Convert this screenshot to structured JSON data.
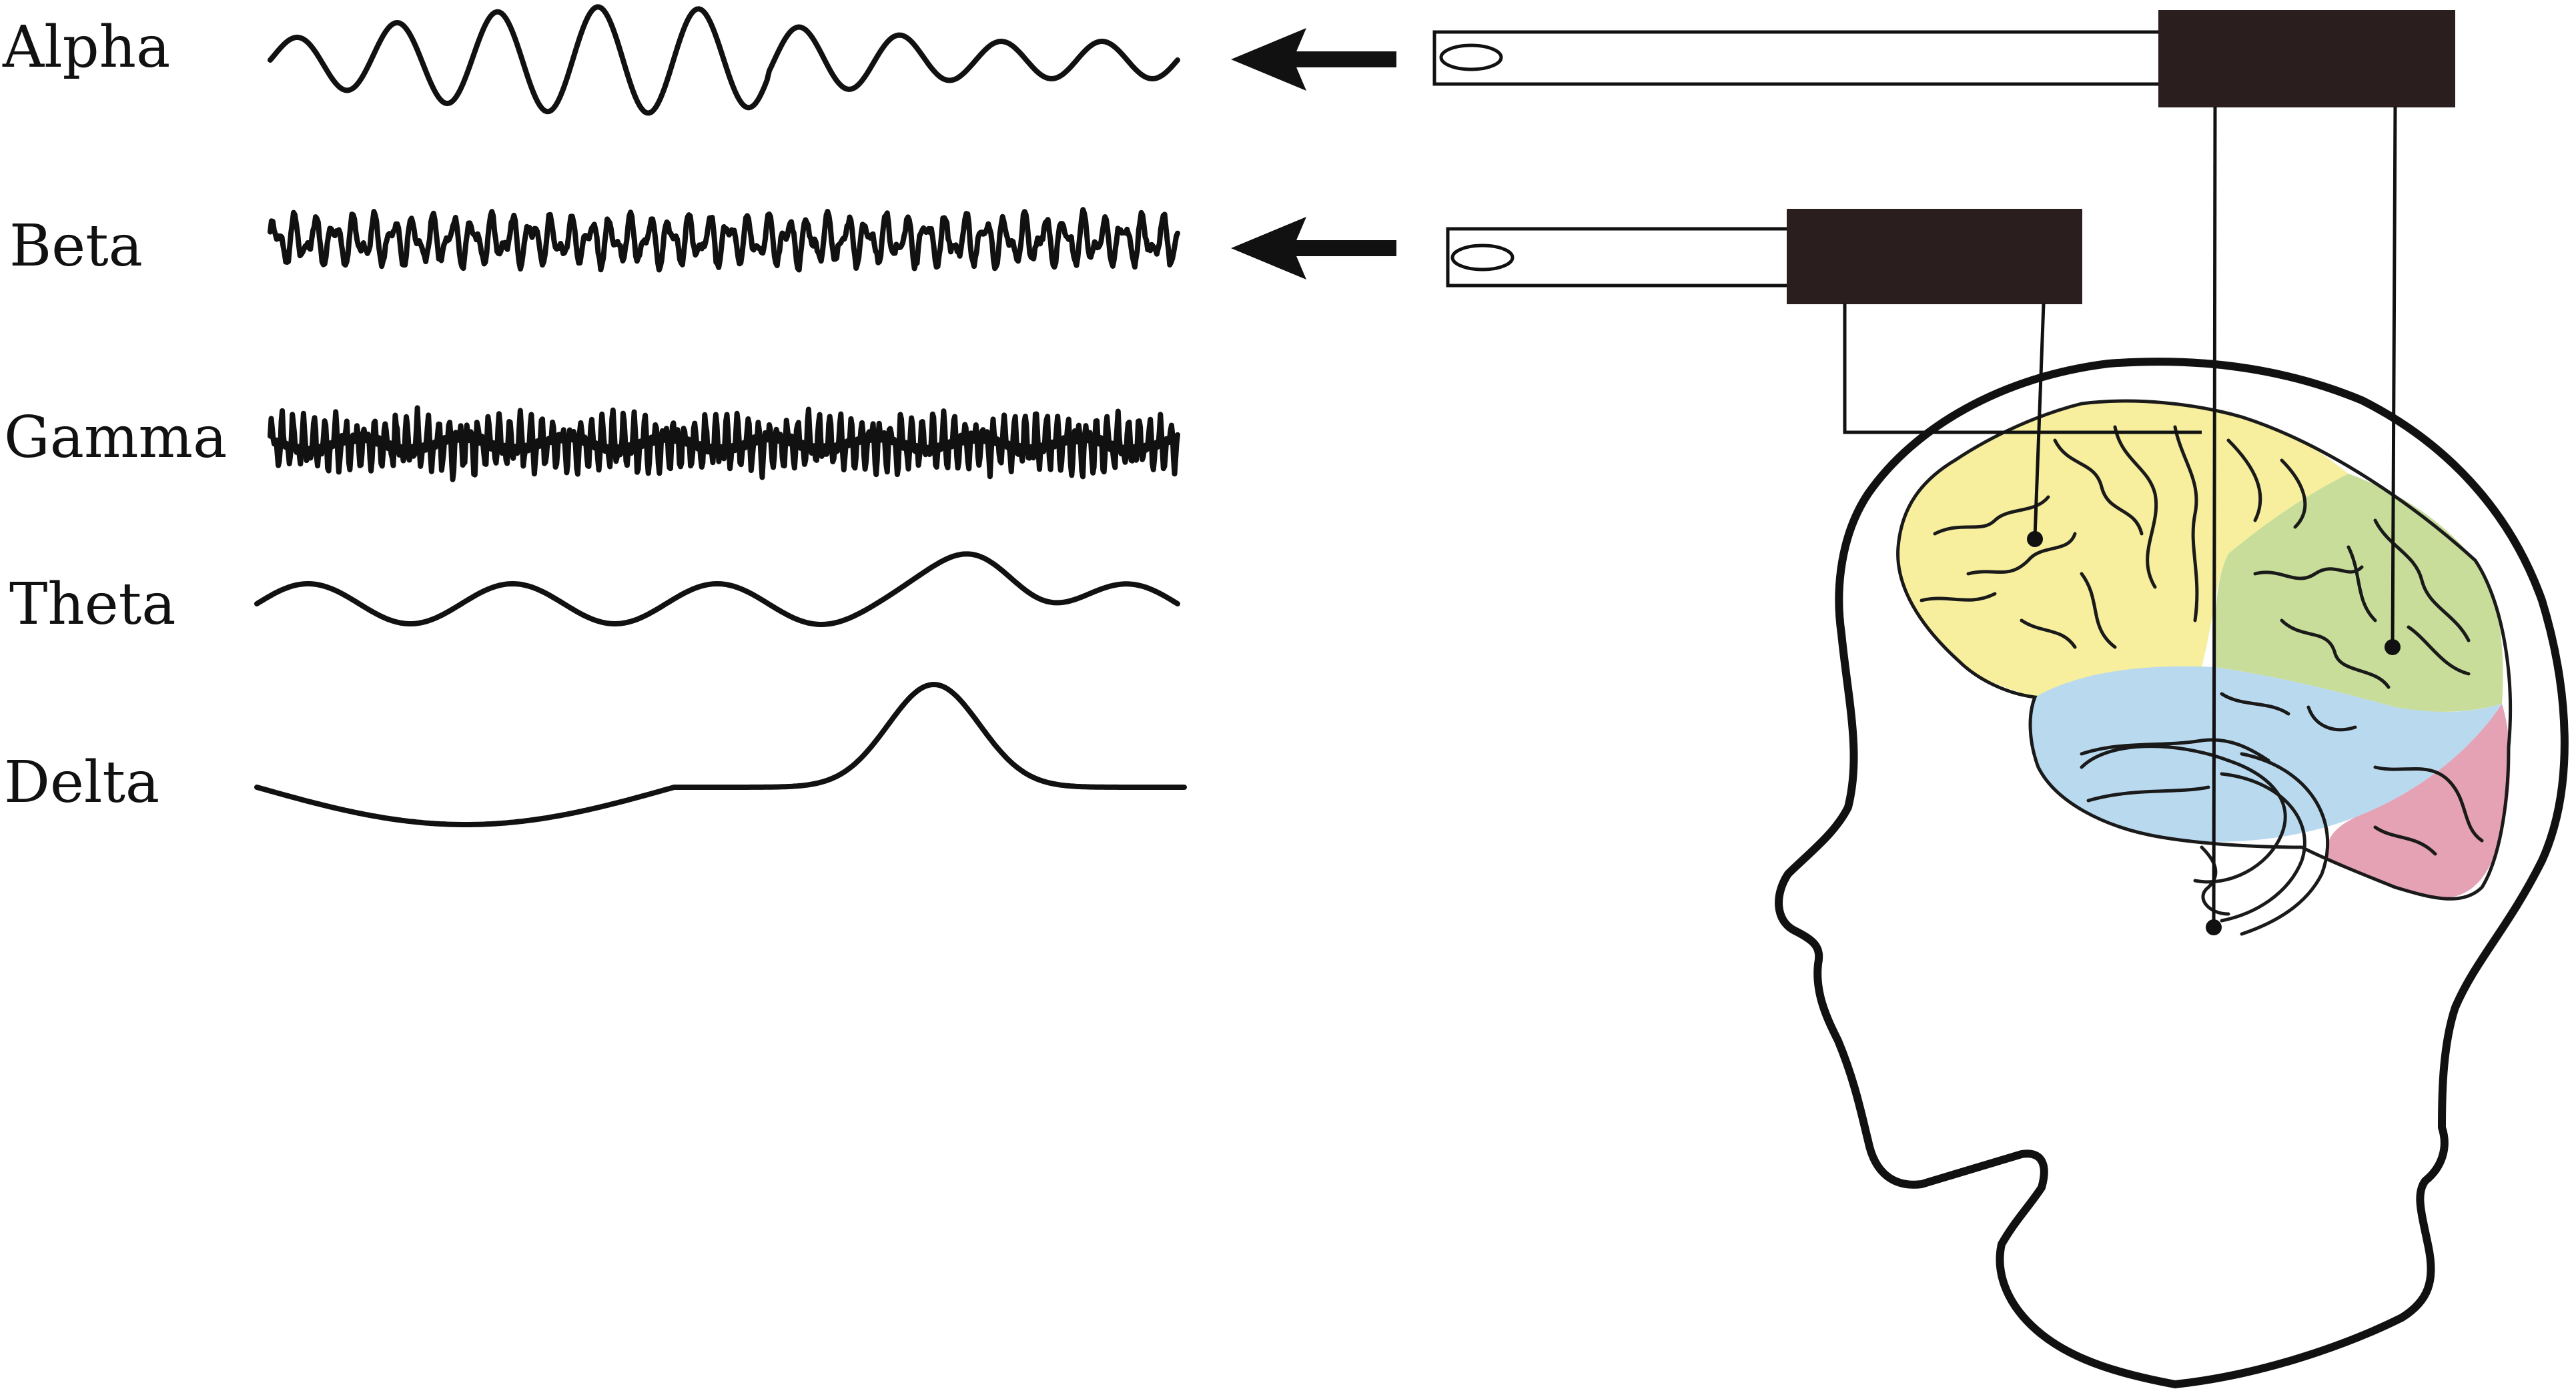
{
  "waves": [
    {
      "label": "Alpha"
    },
    {
      "label": "Beta"
    },
    {
      "label": "Gamma"
    },
    {
      "label": "Theta"
    },
    {
      "label": "Delta"
    }
  ],
  "colors": {
    "frontal_lobe": "#f7ef9e",
    "parietal_lobe": "#c8dd9a",
    "temporal_lobe": "#b9d9ef",
    "occipital_lobe": "#e4a2b4",
    "ink": "#111111",
    "electrode_box": "#2a1e1e"
  },
  "icons": [
    "arrow-left-icon",
    "electrode-icon",
    "head-icon",
    "brain-icon"
  ]
}
